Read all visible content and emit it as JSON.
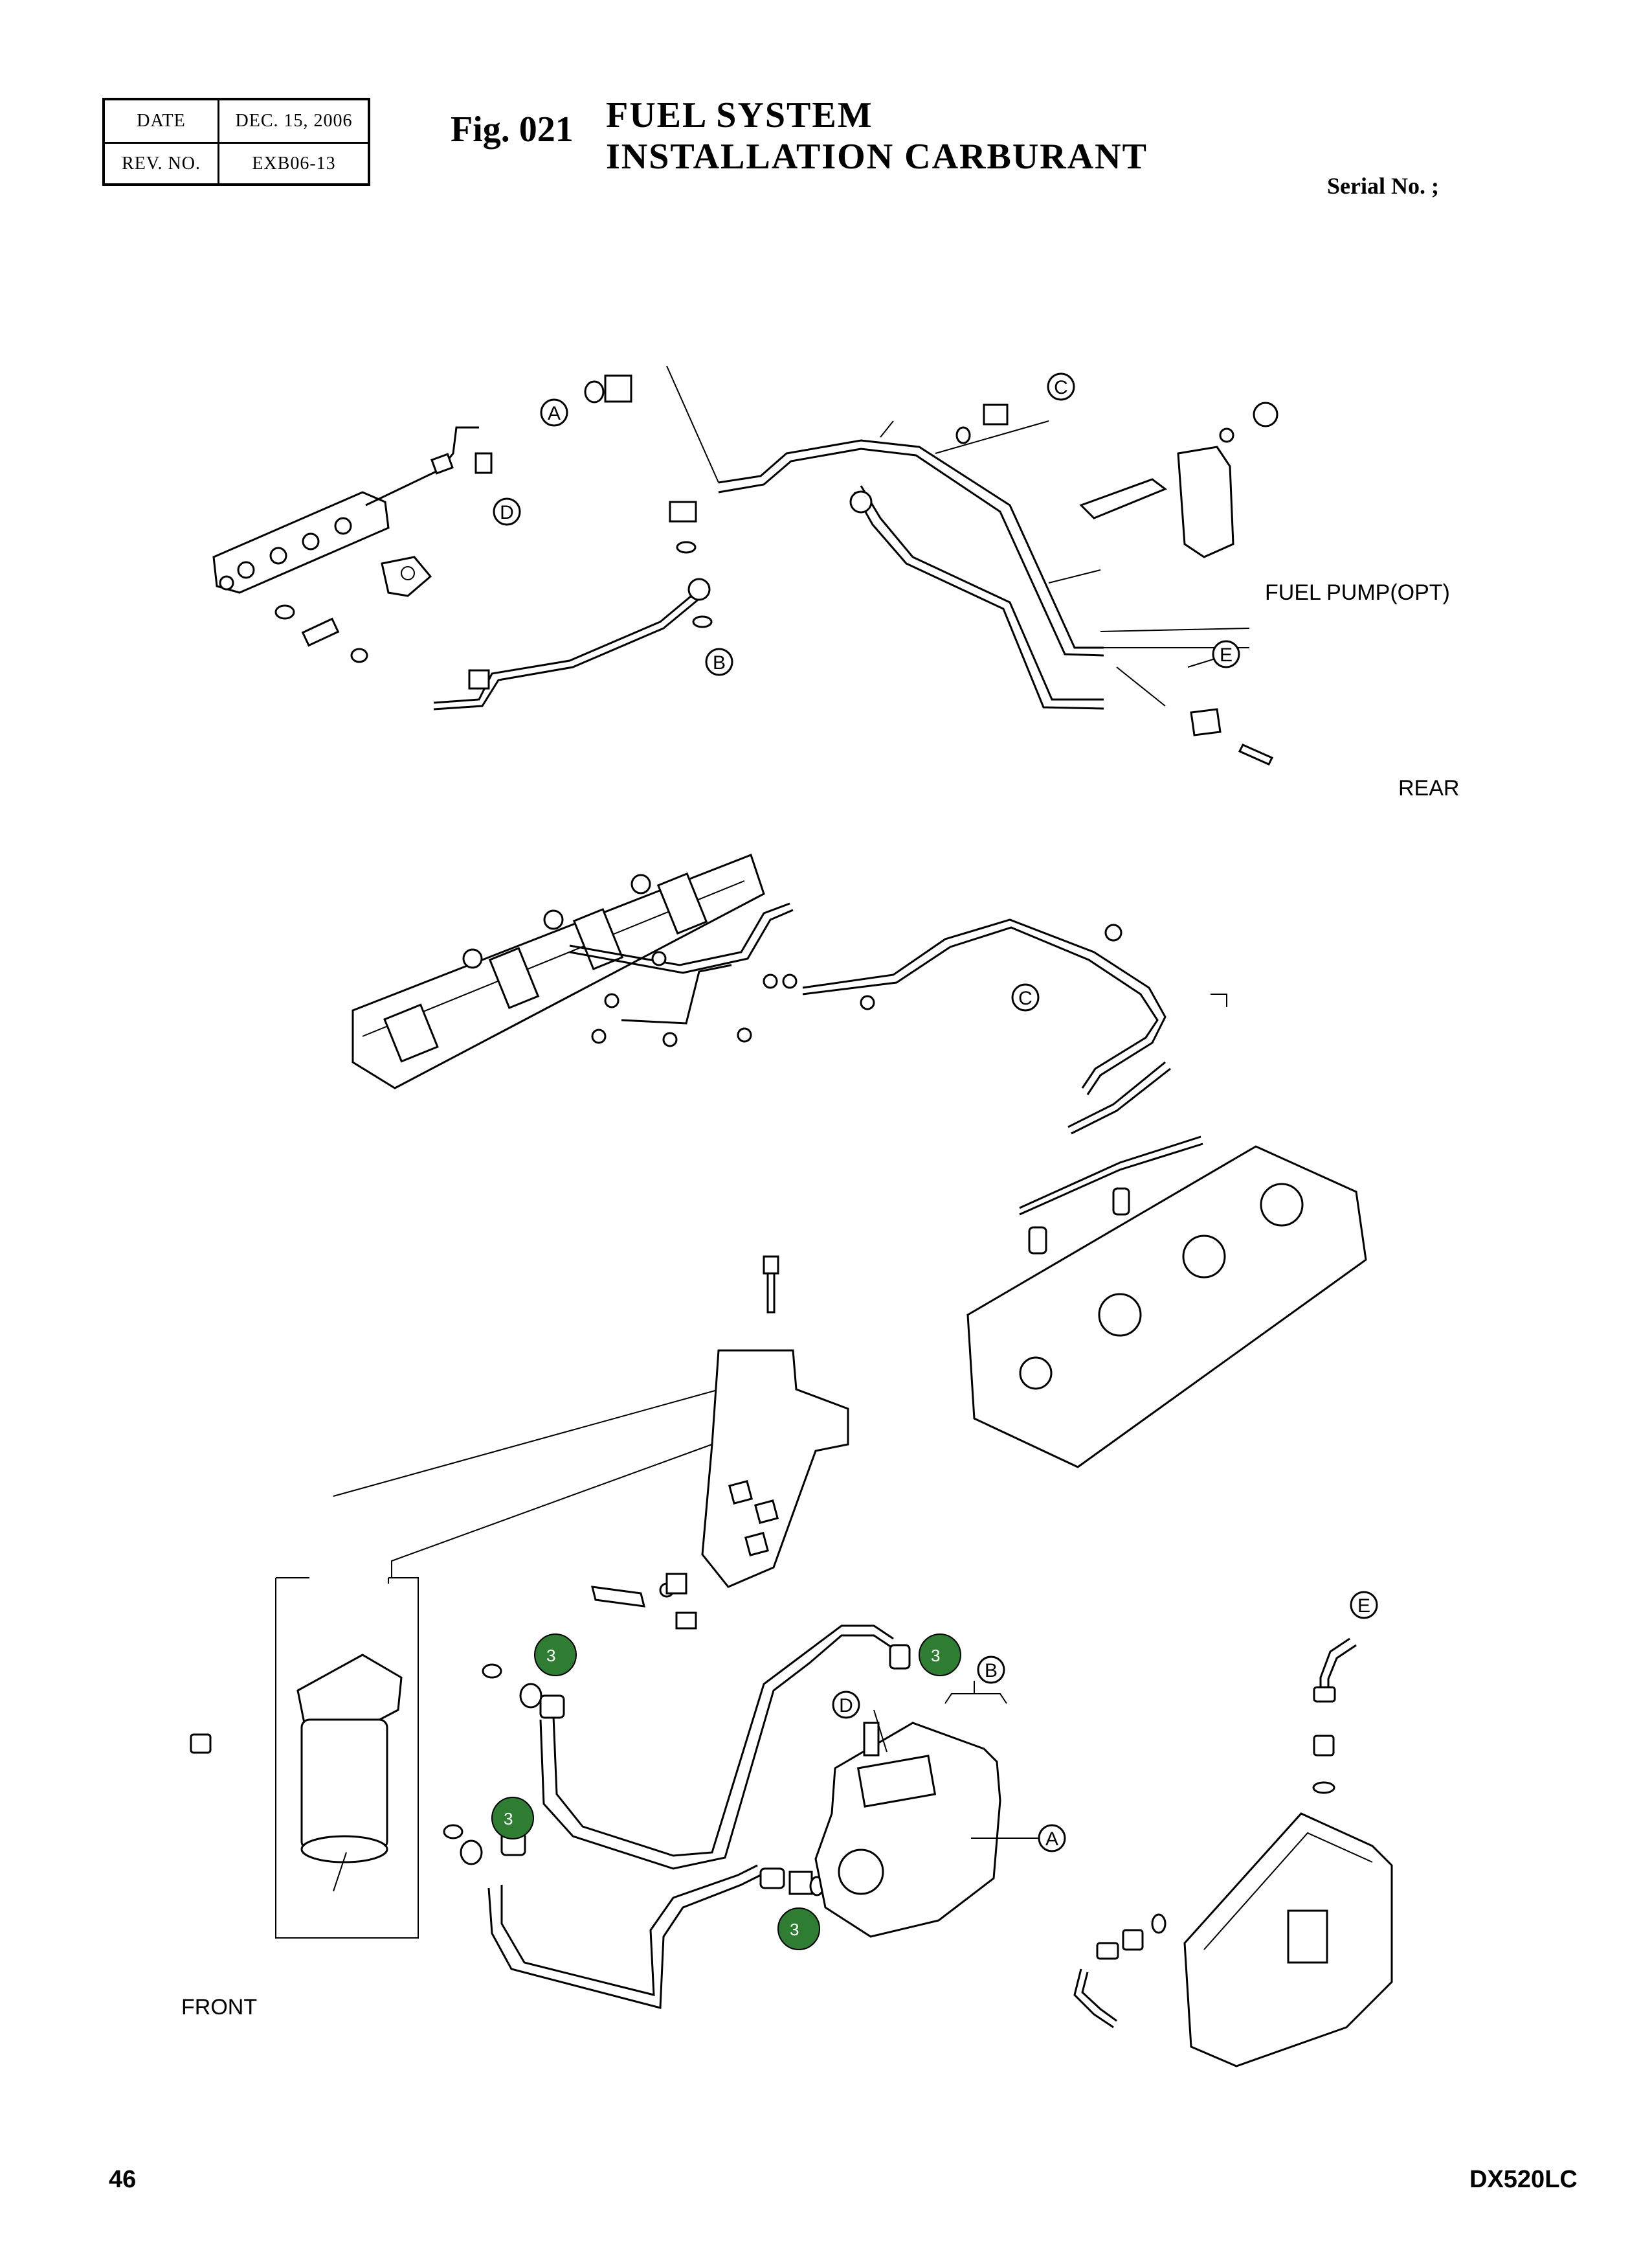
{
  "header": {
    "date_label": "DATE",
    "date_value": "DEC. 15, 2006",
    "rev_label": "REV. NO.",
    "rev_value": "EXB06-13"
  },
  "figure": {
    "number": "Fig. 021",
    "title_line1": "FUEL  SYSTEM",
    "title_line2": "INSTALLATION  CARBURANT",
    "serial": "Serial No. ;"
  },
  "labels": {
    "fuel_pump": "FUEL PUMP(OPT)",
    "rear": "REAR",
    "front": "FRONT"
  },
  "callouts": {
    "a1": "A",
    "b1": "B",
    "c1": "C",
    "d1": "D",
    "e1": "E",
    "c2": "C",
    "e2": "E",
    "d2": "D",
    "b2": "B",
    "a2": "A"
  },
  "badges": {
    "color": "#2e7d32",
    "b1": "3",
    "b2": "3",
    "b3": "3",
    "b4": "3"
  },
  "footer": {
    "page": "46",
    "model": "DX520LC"
  }
}
